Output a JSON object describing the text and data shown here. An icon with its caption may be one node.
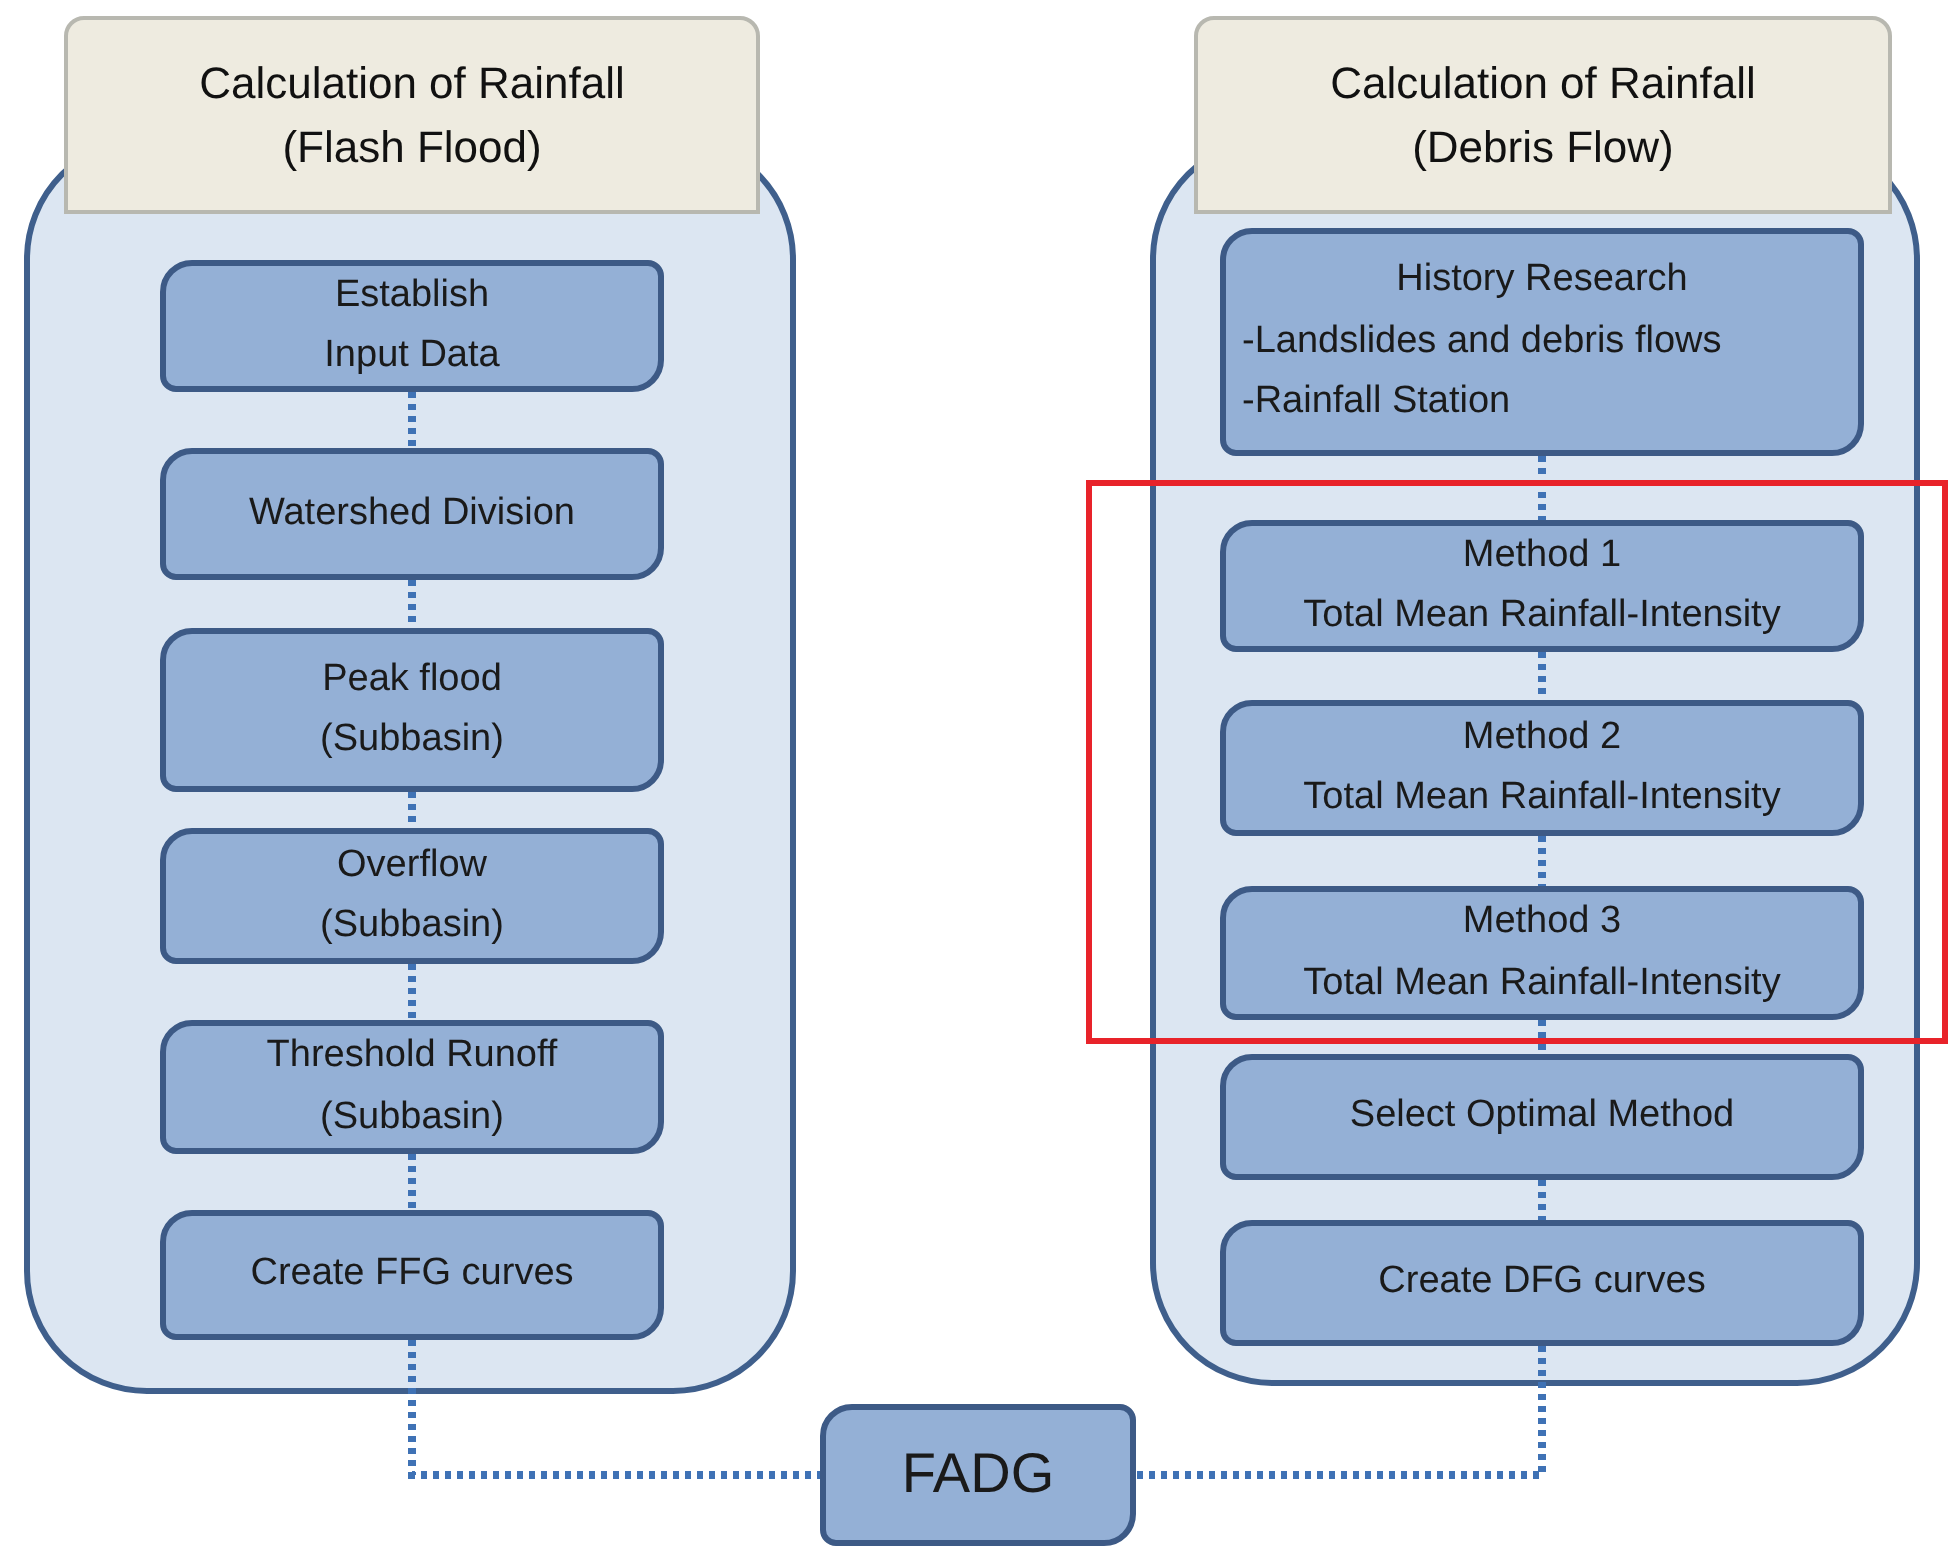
{
  "diagram": {
    "nodes": [
      {
        "text": [
          "Calculation of Rainfall (Flash Flood)"
        ]
      },
      {
        "text": [
          "Establish",
          "Input Data"
        ],
        "in": 0
      },
      {
        "text": [
          "Watershed Division"
        ],
        "in": 0
      },
      {
        "text": [
          "Peak flood",
          "(Subbasin)"
        ],
        "in": 0
      },
      {
        "text": [
          "Overflow",
          "(Subbasin)"
        ],
        "in": 0
      },
      {
        "text": [
          "Threshold Runoff",
          "(Subbasin)"
        ],
        "in": 0
      },
      {
        "text": [
          "Create FFG curves"
        ],
        "in": 0
      },
      {
        "text": [
          "Calculation of Rainfall (Debris Flow)"
        ]
      },
      {
        "text": [
          "History Research",
          "-Landslides and debris flows",
          "-Rainfall Station"
        ],
        "in": 7
      },
      {
        "text": [
          "Method 1",
          "Total Mean Rainfall-Intensity"
        ],
        "in": 7
      },
      {
        "text": [
          "Method 2",
          "Total Mean Rainfall-Intensity"
        ],
        "in": 7
      },
      {
        "text": [
          "Method 3",
          "Total Mean Rainfall-Intensity"
        ],
        "in": 7
      },
      {
        "text": [
          "Select Optimal Method"
        ],
        "in": 7
      },
      {
        "text": [
          "Create DFG curves"
        ],
        "in": 7
      },
      {
        "text": [
          "FADG"
        ]
      }
    ],
    "edges": [
      {
        "from": 1,
        "to": 2,
        "arrow": "none",
        "style": "dashed"
      },
      {
        "from": 2,
        "to": 3,
        "arrow": "none",
        "style": "dashed"
      },
      {
        "from": 3,
        "to": 4,
        "arrow": "none",
        "style": "dashed"
      },
      {
        "from": 4,
        "to": 5,
        "arrow": "none",
        "style": "dashed"
      },
      {
        "from": 5,
        "to": 6,
        "arrow": "none",
        "style": "dashed"
      },
      {
        "from": 8,
        "to": 9,
        "arrow": "none",
        "style": "dashed"
      },
      {
        "from": 9,
        "to": 10,
        "arrow": "none",
        "style": "dashed"
      },
      {
        "from": 10,
        "to": 11,
        "arrow": "none",
        "style": "dashed"
      },
      {
        "from": 11,
        "to": 12,
        "arrow": "none",
        "style": "dashed"
      },
      {
        "from": 12,
        "to": 13,
        "arrow": "none",
        "style": "dashed"
      },
      {
        "from": 6,
        "to": 14,
        "arrow": "none",
        "style": "dashed"
      },
      {
        "from": 13,
        "to": 14,
        "arrow": "none",
        "style": "dashed"
      }
    ]
  }
}
